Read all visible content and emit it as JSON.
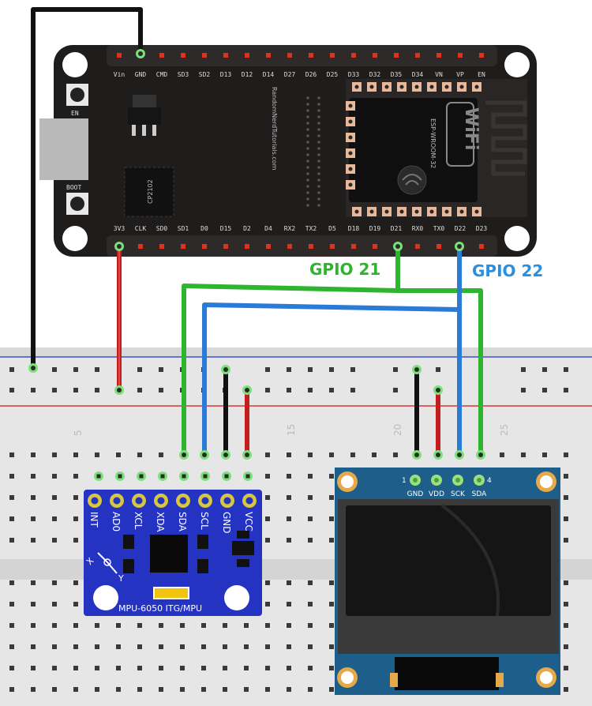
{
  "esp32": {
    "top_pins": [
      "Vin",
      "GND",
      "CMD",
      "SD3",
      "SD2",
      "D13",
      "D12",
      "D14",
      "D27",
      "D26",
      "D25",
      "D33",
      "D32",
      "D35",
      "D34",
      "VN",
      "VP",
      "EN"
    ],
    "bottom_pins": [
      "3V3",
      "CLK",
      "SD0",
      "SD1",
      "D0",
      "D15",
      "D2",
      "D4",
      "RX2",
      "TX2",
      "D5",
      "D18",
      "D19",
      "D21",
      "RX0",
      "TX0",
      "D22",
      "D23"
    ],
    "en_label": "EN",
    "boot_label": "BOOT",
    "usb_chip_label": "CP2102",
    "brand_text": "RandomNerdTutorials.com",
    "module_text": "ESP-WROOM-32",
    "wifi_text": "WiFi"
  },
  "gpio_labels": {
    "sda": "GPIO 21",
    "scl": "GPIO 22",
    "sda_color": "#2fb42f",
    "scl_color": "#2a8fe0"
  },
  "breadboard": {
    "column_numbers": [
      "5",
      "15",
      "20",
      "25"
    ]
  },
  "mpu6050": {
    "pins": [
      "INT",
      "AD0",
      "XCL",
      "XDA",
      "SDA",
      "SCL",
      "GND",
      "VCC"
    ],
    "title": "MPU-6050 ITG/MPU",
    "axis_x": "X",
    "axis_y": "Y"
  },
  "oled": {
    "pins": [
      "GND",
      "VDD",
      "SCK",
      "SDA"
    ],
    "pin_first": "1",
    "pin_last": "4"
  },
  "colors": {
    "board": "#1f1c1c",
    "breadboard": "#e6e6e6",
    "mpu_pcb": "#2433c2",
    "oled_pcb": "#1d5f8a",
    "wire_black": "#111111",
    "wire_red": "#c41d1d",
    "wire_green": "#2fb42f",
    "wire_blue": "#2a7bd6"
  }
}
